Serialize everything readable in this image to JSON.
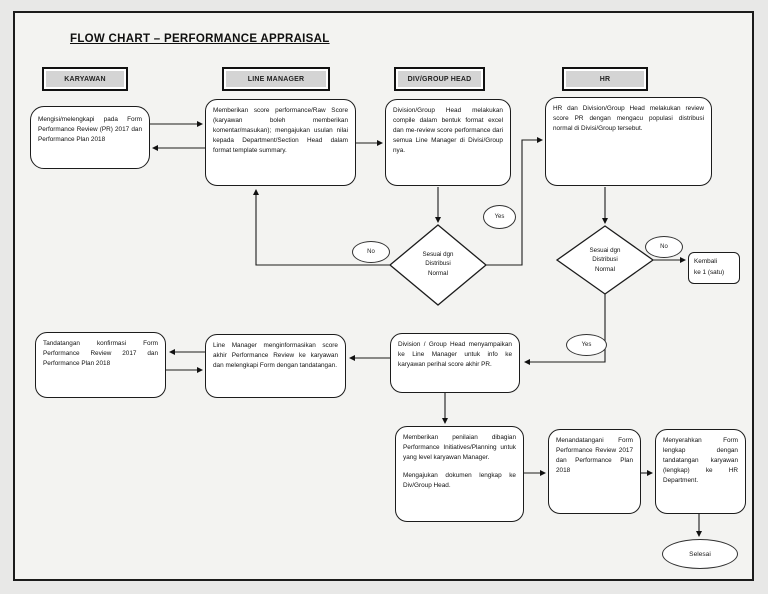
{
  "title": "FLOW CHART – PERFORMANCE APPRAISAL",
  "lanes": [
    {
      "label": "KARYAWAN"
    },
    {
      "label": "LINE MANAGER"
    },
    {
      "label": "DIV/GROUP HEAD"
    },
    {
      "label": "HR"
    }
  ],
  "boxes": {
    "karyawan_row1": "Mengisi/melengkapi pada Form Performance Review (PR) 2017 dan Performance Plan 2018",
    "line_manager_row1": "Memberikan score performance/Raw Score (karyawan boleh memberikan komentar/masukan); mengajukan usulan nilai kepada Department/Section Head dalam format template summary.",
    "div_group_head_row1": "Division/Group Head melakukan compile dalam bentuk format excel dan me-review score performance dari semua Line Manager di Divisi/Group nya.",
    "hr_row1": "HR dan Division/Group Head melakukan review score PR dengan mengacu populasi distribusi normal di Divisi/Group tersebut.",
    "div_group_head_row2": "Division / Group Head menyampaikan ke Line Manager untuk info ke karyawan perihal score akhir PR.",
    "line_manager_row2": "Line Manager menginformasikan score akhir Performance Review ke karyawan dan melengkapi Form dengan tandatangan.",
    "karyawan_row2": "Tandatangan konfirmasi Form Performance Review 2017 dan Performance Plan 2018",
    "penilaian_p1": "Memberikan penilaian dibagian Performance Initiatives/Planning untuk yang level karyawan Manager.",
    "penilaian_p2": "Mengajukan dokumen lengkap ke Div/Group Head.",
    "menandatangani": "Menandatangani Form Performance Review 2017 dan Performance Plan 2018",
    "menyerahkan": "Menyerahkan Form lengkap dengan tandatangan karyawan (lengkap) ke HR Department.",
    "kembali_line1": "Kembali",
    "kembali_line2": "ke 1 (satu)"
  },
  "decisions": {
    "decision1": {
      "line1": "Sesuai dgn",
      "line2": "Distribusi",
      "line3": "Normal"
    },
    "decision2": {
      "line1": "Sesuai dgn",
      "line2": "Distribusi",
      "line3": "Normal"
    }
  },
  "connector_labels": {
    "yes": "Yes",
    "no": "No"
  },
  "terminator": {
    "selesai": "Selesai"
  },
  "colors": {
    "line": "#1c1c1c",
    "lane_fill": "#d4d4d4",
    "page_bg": "#f3f3f1",
    "node_fill": "#ffffff"
  }
}
